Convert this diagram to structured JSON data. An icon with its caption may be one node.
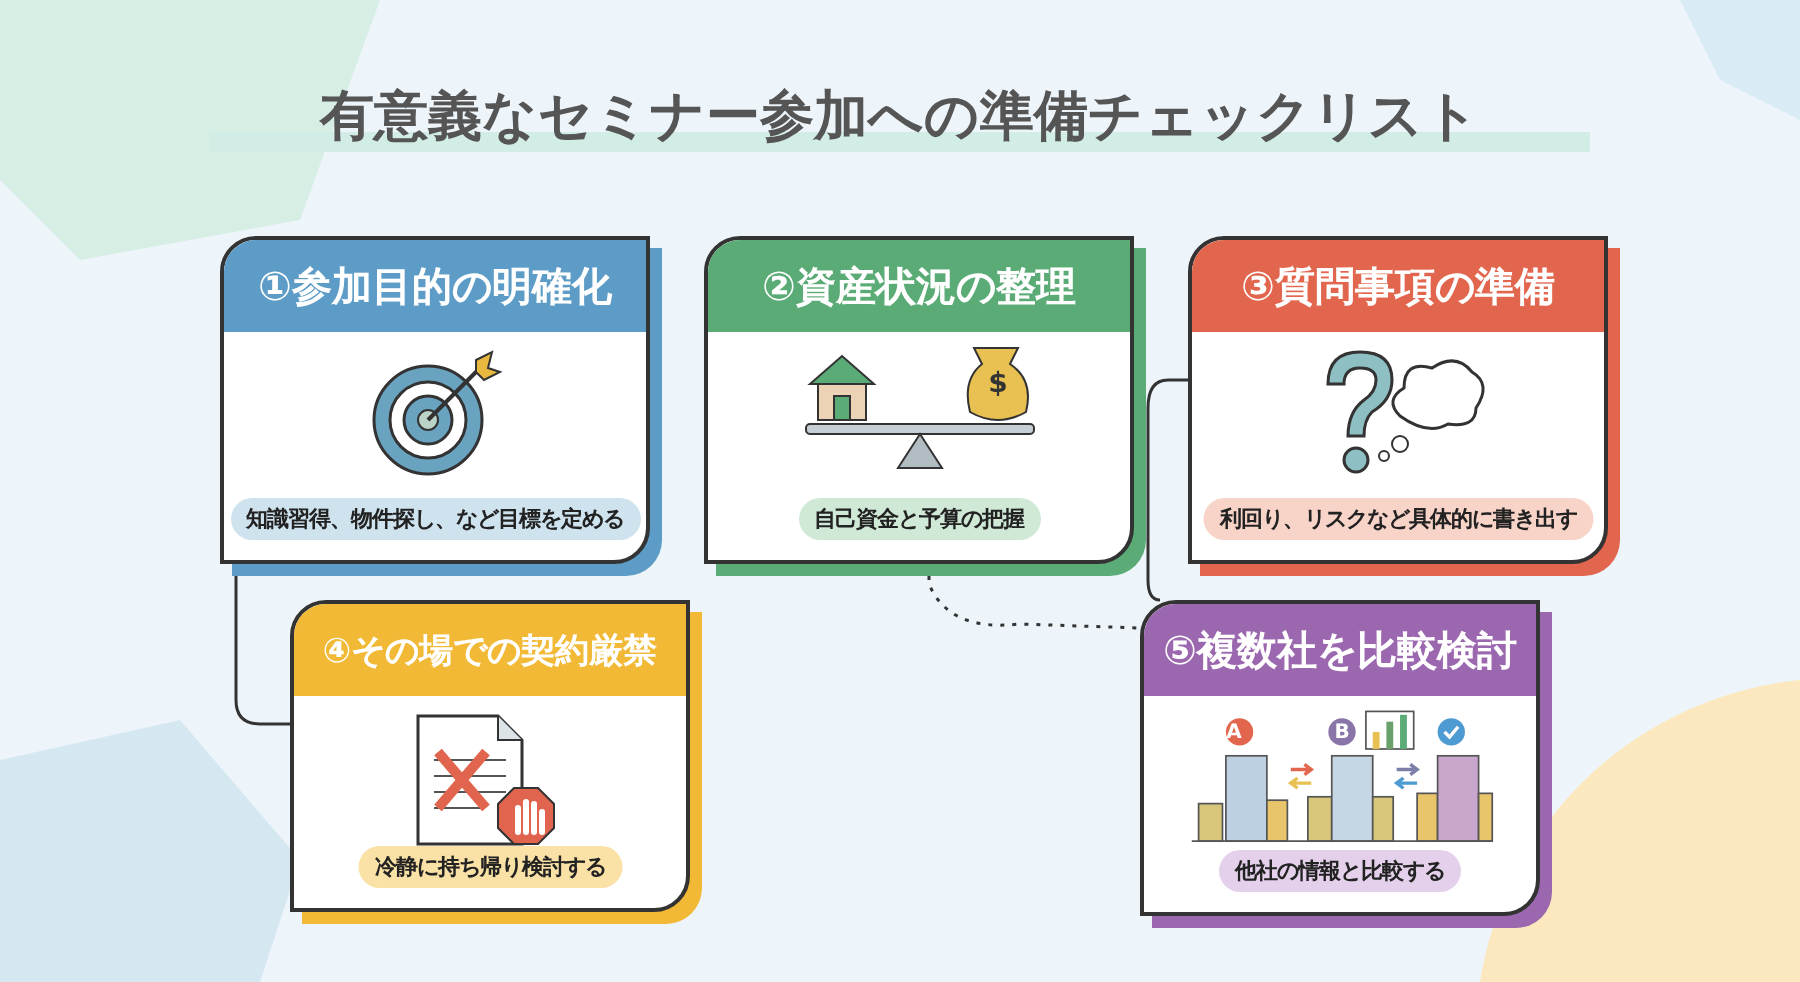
{
  "diagram": {
    "title": "有意義なセミナー参加への準備チェックリスト",
    "nodes": [
      {
        "text": [
          "①参加目的の明確化",
          "知識習得、物件探し、など目標を定める"
        ]
      },
      {
        "text": [
          "②資産状況の整理",
          "自己資金と予算の把握"
        ]
      },
      {
        "text": [
          "③質問事項の準備",
          "利回り、リスクなど具体的に書き出す"
        ]
      },
      {
        "text": [
          "④その場での契約厳禁",
          "冷静に持ち帰り検討する"
        ]
      },
      {
        "text": [
          "⑤複数社を比較検討",
          "他社の情報と比較する"
        ]
      }
    ],
    "edges": [
      {
        "from": 0,
        "to": 3,
        "arrow": "none"
      },
      {
        "from": 1,
        "to": 4,
        "arrow": "none",
        "style": "dashed"
      },
      {
        "from": 2,
        "to": 4,
        "arrow": "none"
      }
    ],
    "labels": [
      "$",
      "A",
      "B"
    ]
  }
}
